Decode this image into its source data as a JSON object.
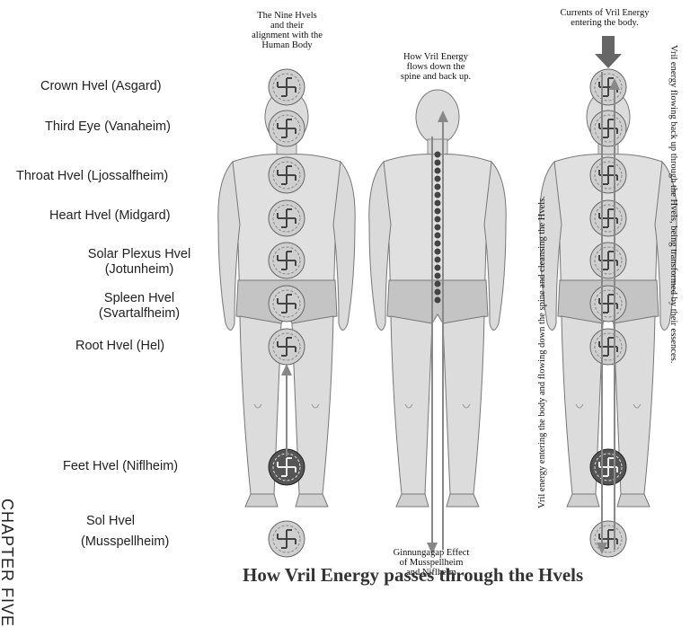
{
  "labels": {
    "crown": "Crown Hvel (Asgard)",
    "third_eye": "Third Eye (Vanaheim)",
    "throat": "Throat Hvel (Ljossalfheim)",
    "heart": "Heart Hvel (Midgard)",
    "solar_plexus_1": "Solar Plexus Hvel",
    "solar_plexus_2": "(Jotunheim)",
    "spleen_1": "Spleen Hvel",
    "spleen_2": "(Svartalfheim)",
    "root": "Root Hvel (Hel)",
    "feet": "Feet Hvel (Niflheim)",
    "sol_1": "Sol Hvel",
    "sol_2": "(Musspellheim)"
  },
  "side_heading": "CHAPTER FIVE",
  "captions": {
    "nine_hvels": [
      "The Nine Hvels",
      "and their",
      "alignment with the",
      "Human Body"
    ],
    "flows": [
      "How Vril Energy",
      "flows down the",
      "spine and back up."
    ],
    "currents": [
      "Currents of Vril Energy",
      "entering the body."
    ],
    "ginnungagap": [
      "Ginnungagap Effect",
      "of Musspellheim",
      "and Niflheim"
    ]
  },
  "vertical_notes": {
    "left": "Vril energy entering the body and flowing down the spine and cleansing the Hvels.",
    "right": "Vril energy flowing back up through the Hvels, being transformed by their essences."
  },
  "title": "How Vril Energy passes through the Hvels"
}
